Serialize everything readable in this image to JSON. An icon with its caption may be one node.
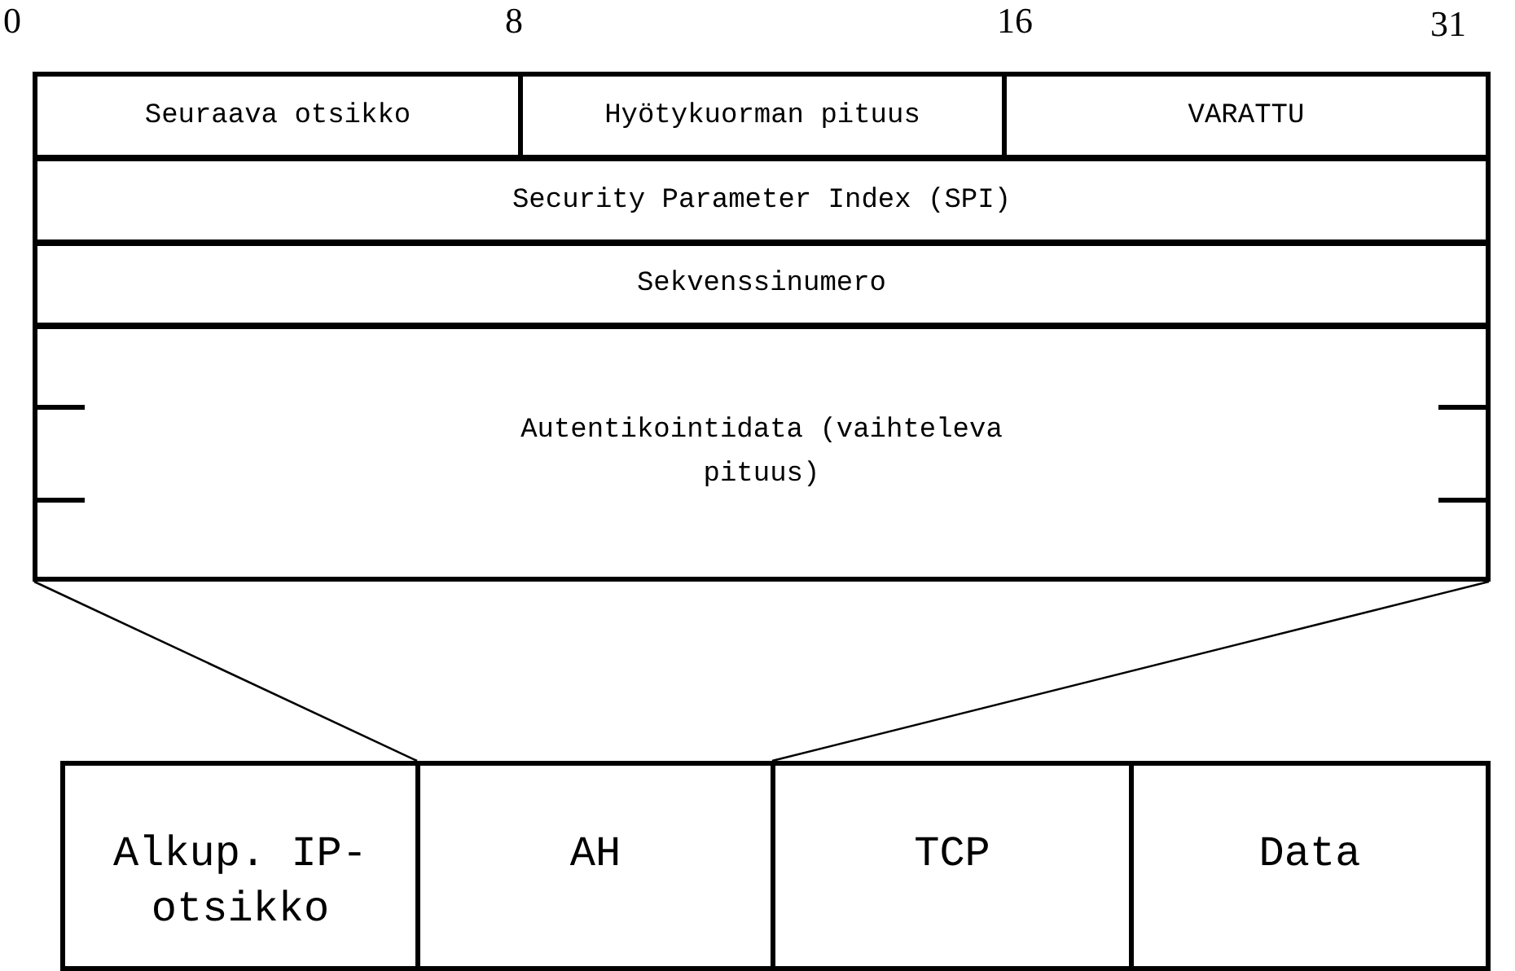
{
  "diagram": {
    "nodes": [
      {
        "text": [
          "Seuraava otsikko"
        ]
      },
      {
        "text": [
          "Hyötykuorman pituus"
        ]
      },
      {
        "text": [
          "VARATTU"
        ]
      },
      {
        "text": [
          "Security Parameter Index (SPI)"
        ]
      },
      {
        "text": [
          "Sekvenssinumero"
        ]
      },
      {
        "text": [
          "Autentikointidata (vaihteleva pituus)"
        ]
      },
      {
        "text": [
          "Alkup. IP-otsikko"
        ]
      },
      {
        "text": [
          "AH"
        ]
      },
      {
        "text": [
          "TCP"
        ]
      },
      {
        "text": [
          "Data"
        ]
      }
    ],
    "edges": [
      {
        "from": 7,
        "to": 5,
        "arrow": "none"
      },
      {
        "from": 8,
        "to": 5,
        "arrow": "none"
      }
    ],
    "labels": [
      "0",
      "8",
      "16",
      "31"
    ]
  }
}
